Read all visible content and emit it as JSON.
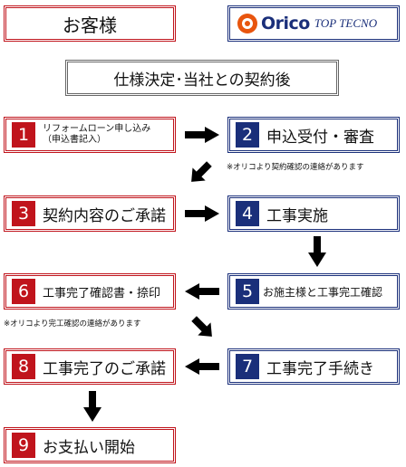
{
  "header": {
    "customer_label": "お客様",
    "logo": {
      "brand": "Orico",
      "sub": "TOP TECNO",
      "icon": "orico-logo-icon",
      "brand_color": "#e8550e",
      "text_color": "#1a2f7a"
    }
  },
  "subtitle": "仕様決定･当社との契約後",
  "steps": [
    {
      "number": "1",
      "label": "リフォームローン申し込み\n（申込書記入）"
    },
    {
      "number": "2",
      "label": "申込受付・審査"
    },
    {
      "number": "3",
      "label": "契約内容のご承諾"
    },
    {
      "number": "4",
      "label": "工事実施"
    },
    {
      "number": "5",
      "label": "お施主様と工事完工確認"
    },
    {
      "number": "6",
      "label": "工事完了確認書・捺印"
    },
    {
      "number": "7",
      "label": "工事完了手続き"
    },
    {
      "number": "8",
      "label": "工事完了のご承諾"
    },
    {
      "number": "9",
      "label": "お支払い開始"
    }
  ],
  "notes": {
    "after_step2": "※オリコより契約確認の連絡があります",
    "after_step6": "※オリコより完工確認の連絡があります"
  },
  "colors": {
    "customer": "#c0141c",
    "orico": "#1a2f7a",
    "arrow": "#000000"
  }
}
